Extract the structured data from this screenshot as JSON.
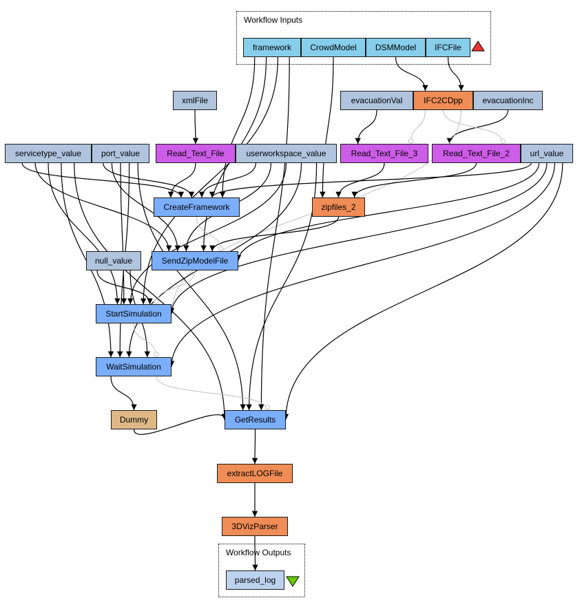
{
  "colors": {
    "input": "#87ceeb",
    "value": "#b0c4de",
    "beanshell": "#f08c55",
    "service": "#7aaefa",
    "localworker": "#cd5ce8",
    "dummy": "#deb887",
    "output": "#bcd2ee",
    "data_link": "#000000",
    "control_link": "#c0c0c0",
    "input_triangle": "#ee3333",
    "output_triangle": "#66cc00"
  },
  "groups": {
    "inputs": {
      "label": "Workflow Inputs"
    },
    "outputs": {
      "label": "Workflow Outputs"
    }
  },
  "nodes": {
    "framework": {
      "label": "framework",
      "kind": "input"
    },
    "CrowdModel": {
      "label": "CrowdModel",
      "kind": "input"
    },
    "DSMModel": {
      "label": "DSMModel",
      "kind": "input"
    },
    "IFCFile": {
      "label": "IFCFile",
      "kind": "input"
    },
    "xmlFile": {
      "label": "xmlFile",
      "kind": "value"
    },
    "evacuationVal": {
      "label": "evacuationVal",
      "kind": "value"
    },
    "IFC2CDpp": {
      "label": "IFC2CDpp",
      "kind": "beanshell"
    },
    "evacuationInc": {
      "label": "evacuationInc",
      "kind": "value"
    },
    "servicetype_value": {
      "label": "servicetype_value",
      "kind": "value"
    },
    "port_value": {
      "label": "port_value",
      "kind": "value"
    },
    "Read_Text_File": {
      "label": "Read_Text_File",
      "kind": "localworker"
    },
    "userworkspace_value": {
      "label": "userworkspace_value",
      "kind": "value"
    },
    "Read_Text_File_3": {
      "label": "Read_Text_File_3",
      "kind": "localworker"
    },
    "Read_Text_File_2": {
      "label": "Read_Text_File_2",
      "kind": "localworker"
    },
    "url_value": {
      "label": "url_value",
      "kind": "value"
    },
    "CreateFramework": {
      "label": "CreateFramework",
      "kind": "service"
    },
    "zipfiles_2": {
      "label": "zipfiles_2",
      "kind": "beanshell"
    },
    "null_value": {
      "label": "null_value",
      "kind": "value"
    },
    "SendZipModelFile": {
      "label": "SendZipModelFile",
      "kind": "service"
    },
    "StartSimulation": {
      "label": "StartSimulation",
      "kind": "service"
    },
    "WaitSimulation": {
      "label": "WaitSimulation",
      "kind": "service"
    },
    "Dummy": {
      "label": "Dummy",
      "kind": "dummy"
    },
    "GetResults": {
      "label": "GetResults",
      "kind": "service"
    },
    "extractLOGFile": {
      "label": "extractLOGFile",
      "kind": "beanshell"
    },
    "3DVizParser": {
      "label": "3DVizParser",
      "kind": "beanshell"
    },
    "parsed_log": {
      "label": "parsed_log",
      "kind": "output"
    }
  },
  "edges": [
    {
      "from": "xmlFile",
      "to": "Read_Text_File",
      "type": "data"
    },
    {
      "from": "CrowdModel",
      "to": "zipfiles_2",
      "type": "data"
    },
    {
      "from": "DSMModel",
      "to": "IFC2CDpp",
      "type": "data"
    },
    {
      "from": "IFCFile",
      "to": "IFC2CDpp",
      "type": "data"
    },
    {
      "from": "evacuationVal",
      "to": "Read_Text_File_3",
      "type": "data"
    },
    {
      "from": "evacuationInc",
      "to": "Read_Text_File_2",
      "type": "data"
    },
    {
      "from": "IFC2CDpp",
      "to": "Read_Text_File_3",
      "type": "control"
    },
    {
      "from": "IFC2CDpp",
      "to": "Read_Text_File_2",
      "type": "control"
    },
    {
      "from": "IFC2CDpp",
      "to": "StartSimulation",
      "type": "control"
    },
    {
      "from": "Read_Text_File",
      "to": "CreateFramework",
      "type": "data"
    },
    {
      "from": "Read_Text_File_3",
      "to": "zipfiles_2",
      "type": "data"
    },
    {
      "from": "Read_Text_File_2",
      "to": "zipfiles_2",
      "type": "data"
    },
    {
      "from": "servicetype_value",
      "to": "CreateFramework",
      "type": "data"
    },
    {
      "from": "servicetype_value",
      "to": "SendZipModelFile",
      "type": "data"
    },
    {
      "from": "servicetype_value",
      "to": "StartSimulation",
      "type": "data"
    },
    {
      "from": "servicetype_value",
      "to": "WaitSimulation",
      "type": "data"
    },
    {
      "from": "servicetype_value",
      "to": "GetResults",
      "type": "data"
    },
    {
      "from": "port_value",
      "to": "CreateFramework",
      "type": "data"
    },
    {
      "from": "port_value",
      "to": "SendZipModelFile",
      "type": "data"
    },
    {
      "from": "port_value",
      "to": "StartSimulation",
      "type": "data"
    },
    {
      "from": "port_value",
      "to": "WaitSimulation",
      "type": "data"
    },
    {
      "from": "port_value",
      "to": "GetResults",
      "type": "data"
    },
    {
      "from": "userworkspace_value",
      "to": "CreateFramework",
      "type": "data"
    },
    {
      "from": "userworkspace_value",
      "to": "SendZipModelFile",
      "type": "data"
    },
    {
      "from": "userworkspace_value",
      "to": "StartSimulation",
      "type": "data"
    },
    {
      "from": "userworkspace_value",
      "to": "WaitSimulation",
      "type": "data"
    },
    {
      "from": "userworkspace_value",
      "to": "GetResults",
      "type": "data"
    },
    {
      "from": "url_value",
      "to": "CreateFramework",
      "type": "data"
    },
    {
      "from": "url_value",
      "to": "SendZipModelFile",
      "type": "data"
    },
    {
      "from": "url_value",
      "to": "StartSimulation",
      "type": "data"
    },
    {
      "from": "url_value",
      "to": "WaitSimulation",
      "type": "data"
    },
    {
      "from": "url_value",
      "to": "GetResults",
      "type": "data"
    },
    {
      "from": "framework",
      "to": "CreateFramework",
      "type": "data"
    },
    {
      "from": "framework",
      "to": "SendZipModelFile",
      "type": "data"
    },
    {
      "from": "framework",
      "to": "StartSimulation",
      "type": "data"
    },
    {
      "from": "framework",
      "to": "GetResults",
      "type": "data"
    },
    {
      "from": "zipfiles_2",
      "to": "SendZipModelFile",
      "type": "data"
    },
    {
      "from": "null_value",
      "to": "StartSimulation",
      "type": "data"
    },
    {
      "from": "null_value",
      "to": "WaitSimulation",
      "type": "data"
    },
    {
      "from": "CreateFramework",
      "to": "SendZipModelFile",
      "type": "control"
    },
    {
      "from": "SendZipModelFile",
      "to": "StartSimulation",
      "type": "control"
    },
    {
      "from": "StartSimulation",
      "to": "WaitSimulation",
      "type": "control"
    },
    {
      "from": "WaitSimulation",
      "to": "Dummy",
      "type": "data"
    },
    {
      "from": "WaitSimulation",
      "to": "GetResults",
      "type": "control"
    },
    {
      "from": "Dummy",
      "to": "GetResults",
      "type": "data"
    },
    {
      "from": "GetResults",
      "to": "extractLOGFile",
      "type": "data"
    },
    {
      "from": "extractLOGFile",
      "to": "3DVizParser",
      "type": "data"
    },
    {
      "from": "3DVizParser",
      "to": "parsed_log",
      "type": "data"
    }
  ]
}
